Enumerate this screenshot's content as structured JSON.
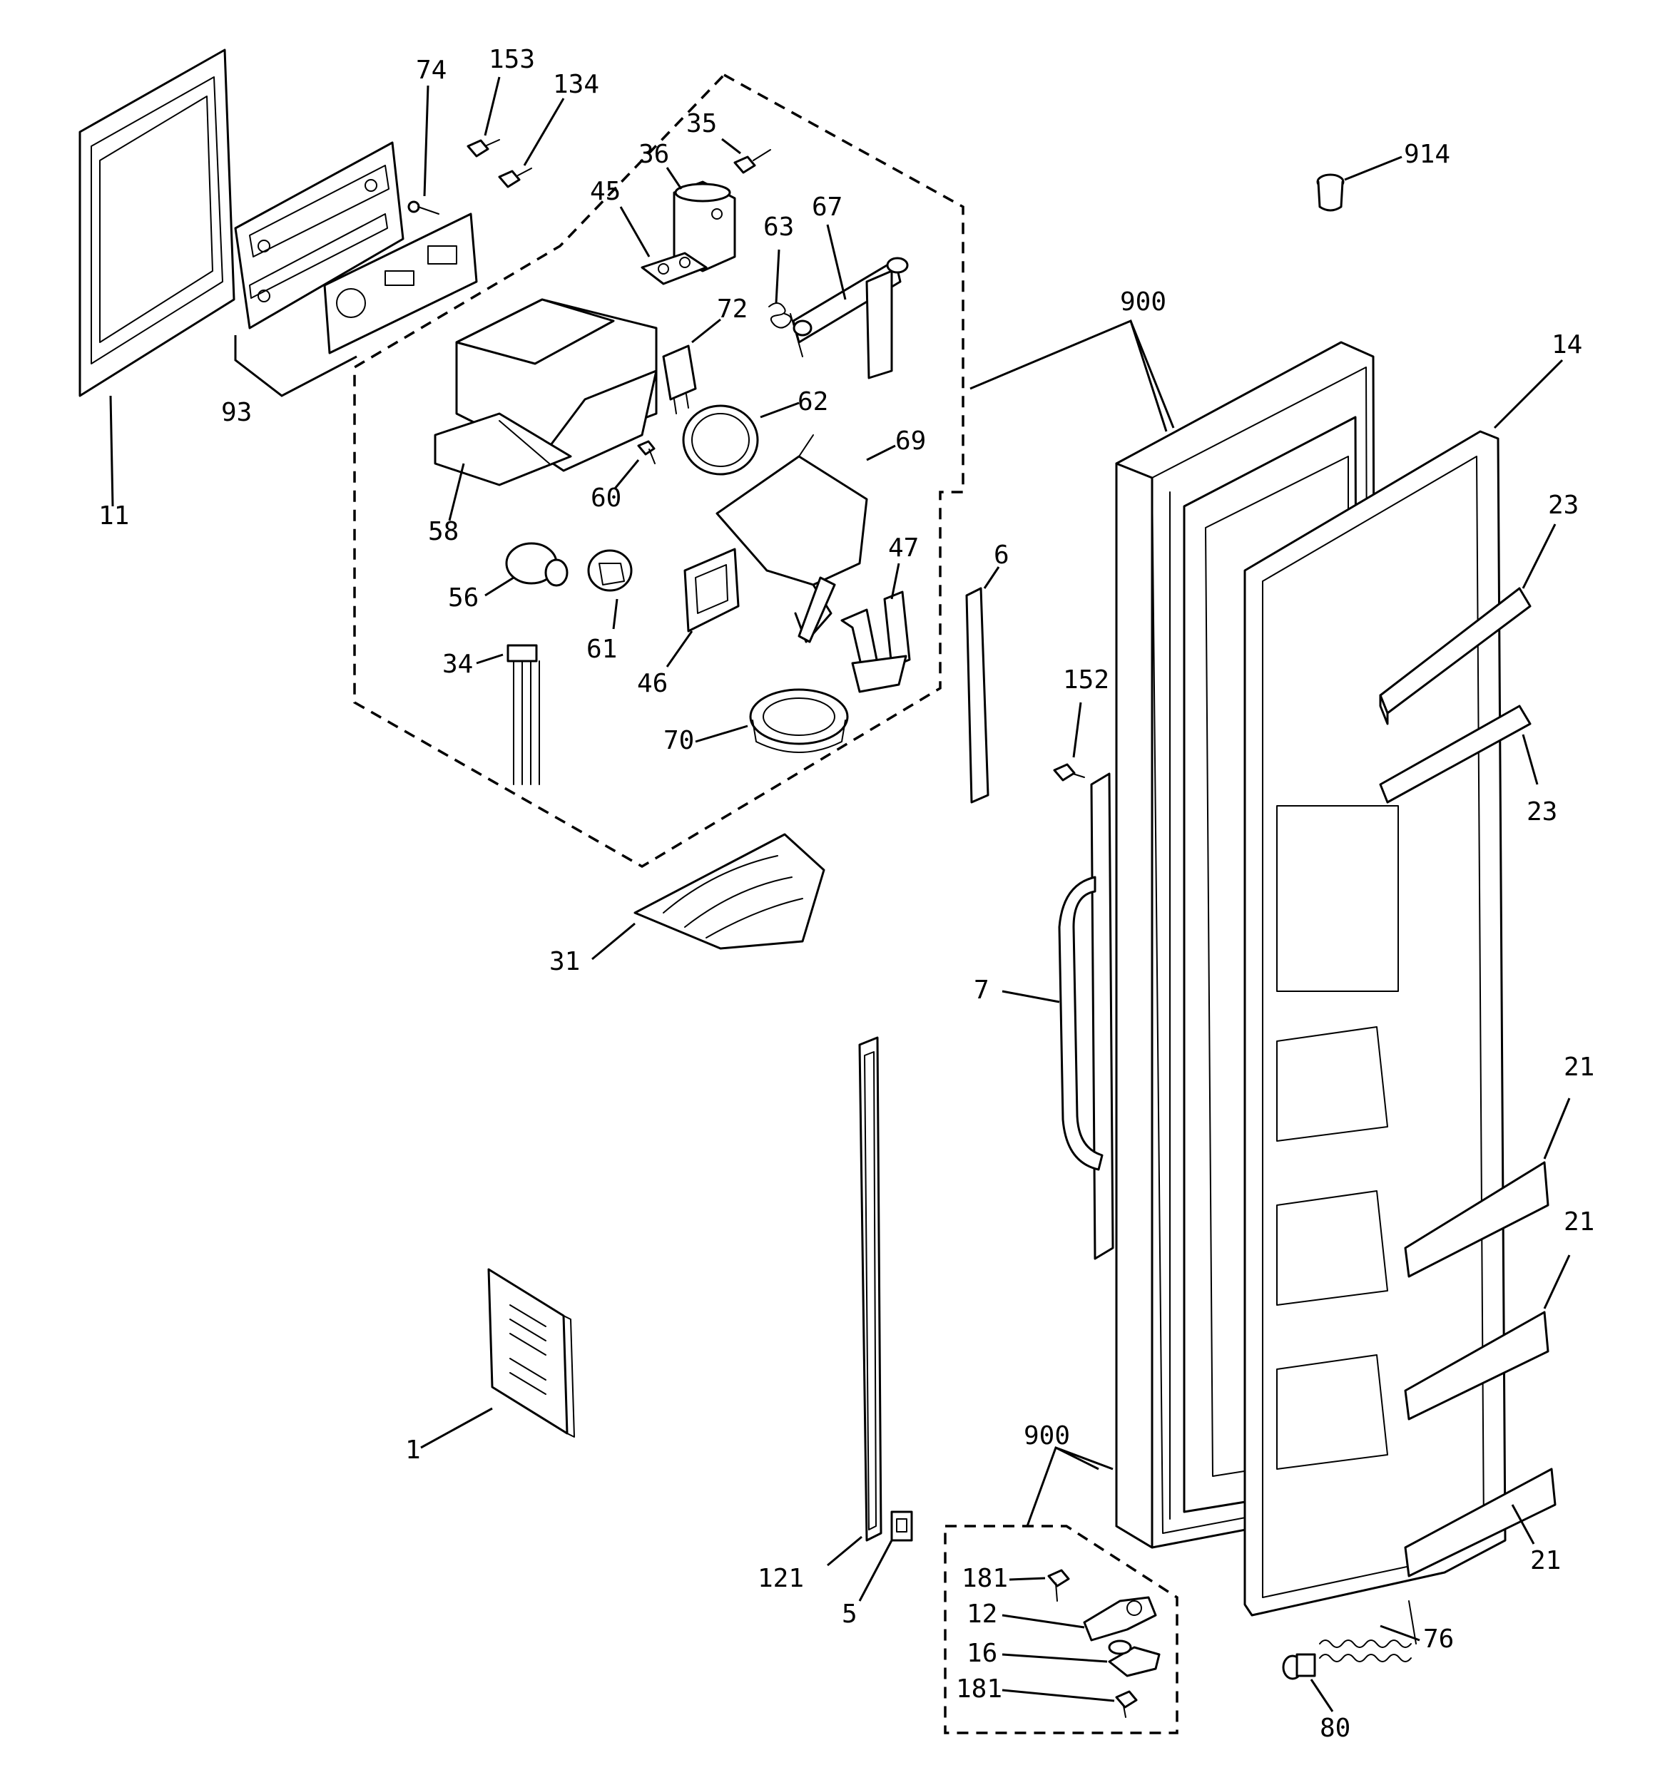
{
  "callouts": {
    "c11": "11",
    "c93": "93",
    "c74": "74",
    "c153": "153",
    "c134": "134",
    "c35": "35",
    "c36": "36",
    "c45": "45",
    "c63": "63",
    "c67": "67",
    "c72": "72",
    "c62": "62",
    "c60": "60",
    "c58": "58",
    "c69": "69",
    "c56": "56",
    "c61": "61",
    "c46": "46",
    "c47": "47",
    "c34": "34",
    "c70": "70",
    "c31": "31",
    "c6": "6",
    "c152": "152",
    "c7": "7",
    "c900a": "900",
    "c14": "14",
    "c914": "914",
    "c23a": "23",
    "c23b": "23",
    "c21a": "21",
    "c21b": "21",
    "c21c": "21",
    "c900b": "900",
    "c181a": "181",
    "c12": "12",
    "c16": "16",
    "c181b": "181",
    "c76": "76",
    "c80": "80",
    "c121": "121",
    "c5": "5",
    "c1": "1"
  },
  "icons": {
    "hexagon_group": "dashed-group-outline",
    "hinge_group": "dashed-group-outline"
  },
  "colors": {
    "ink": "#000000",
    "paper": "#ffffff"
  }
}
